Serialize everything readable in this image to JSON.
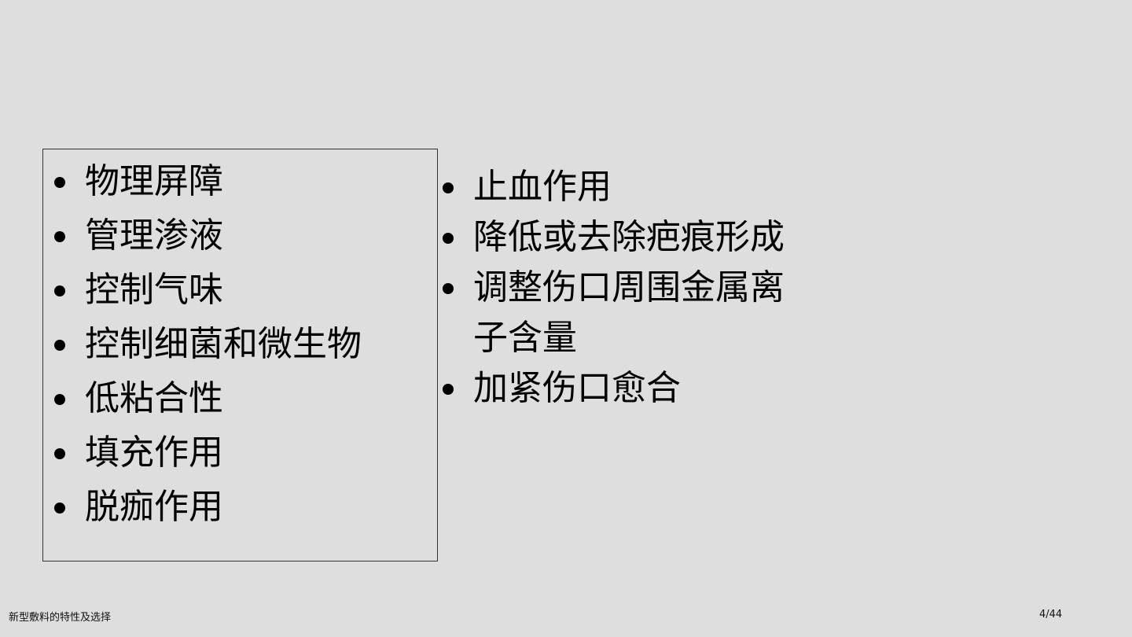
{
  "slide": {
    "left_items": [
      "物理屏障",
      "管理渗液",
      "控制气味",
      "控制细菌和微生物",
      "低粘合性",
      "填充作用",
      "脱痂作用"
    ],
    "right_items": [
      "止血作用",
      "降低或去除疤痕形成",
      "调整伤口周围金属离子含量",
      "加紧伤口愈合"
    ]
  },
  "footer": {
    "title": "新型敷料的特性及选择",
    "page": "4/44"
  }
}
